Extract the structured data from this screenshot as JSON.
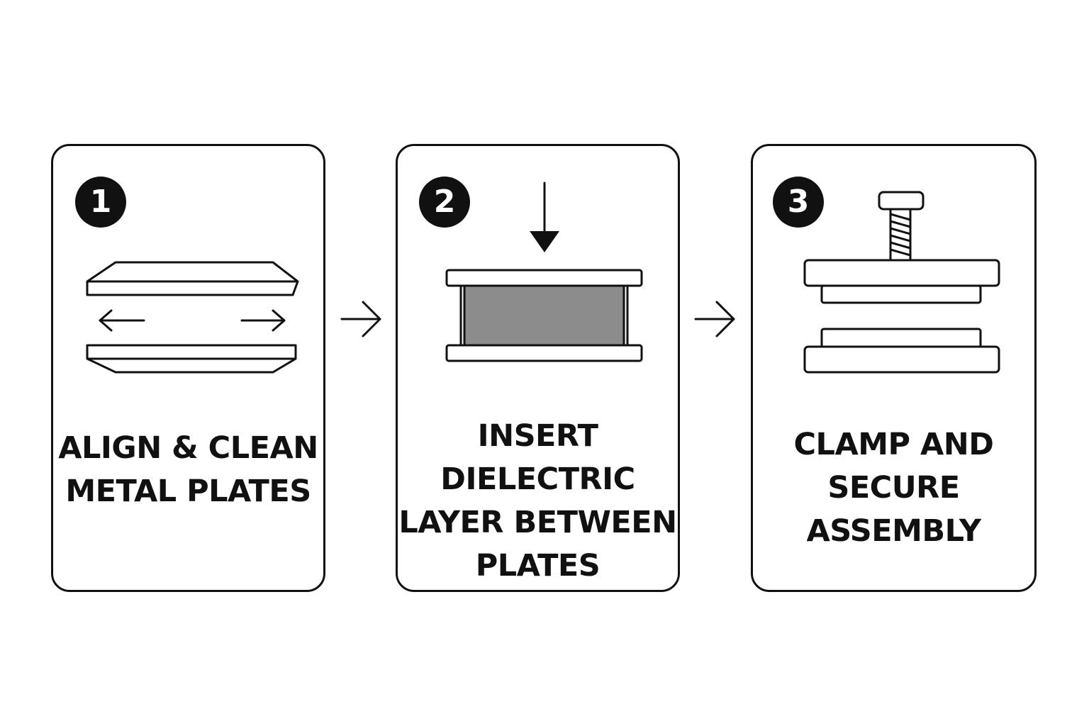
{
  "steps": [
    {
      "number": "1",
      "caption_lines": [
        "ALIGN & CLEAN",
        "METAL PLATES"
      ],
      "illustration": "two-plates-with-align-arrows-icon"
    },
    {
      "number": "2",
      "caption_lines": [
        "INSERT",
        "DIELECTRIC",
        "LAYER BETWEEN",
        "PLATES"
      ],
      "illustration": "dielectric-insert-icon"
    },
    {
      "number": "3",
      "caption_lines": [
        "CLAMP AND",
        "SECURE",
        "ASSEMBLY"
      ],
      "illustration": "clamp-screw-assembly-icon"
    }
  ],
  "connectors": [
    "right-arrow-icon",
    "right-arrow-icon"
  ],
  "colors": {
    "ink": "#111111",
    "background": "#ffffff",
    "dielectric_fill": "#8c8c8c"
  }
}
